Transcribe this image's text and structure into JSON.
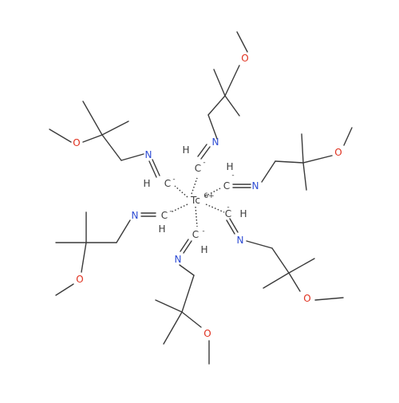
{
  "molecule": {
    "metal": {
      "symbol": "Tc",
      "charge": "6+"
    },
    "ligand_atoms": {
      "carbon": "C",
      "carbanion_charge": "-",
      "hydrogen": "H",
      "nitrogen": "N",
      "oxygen": "O"
    }
  },
  "colors": {
    "bond": "#3a3a3a",
    "carbon_label": "#3a3a3a",
    "nitrogen_label": "#2f4dd4",
    "oxygen_label": "#e0301e",
    "metal_label": "#3a3a3a"
  }
}
